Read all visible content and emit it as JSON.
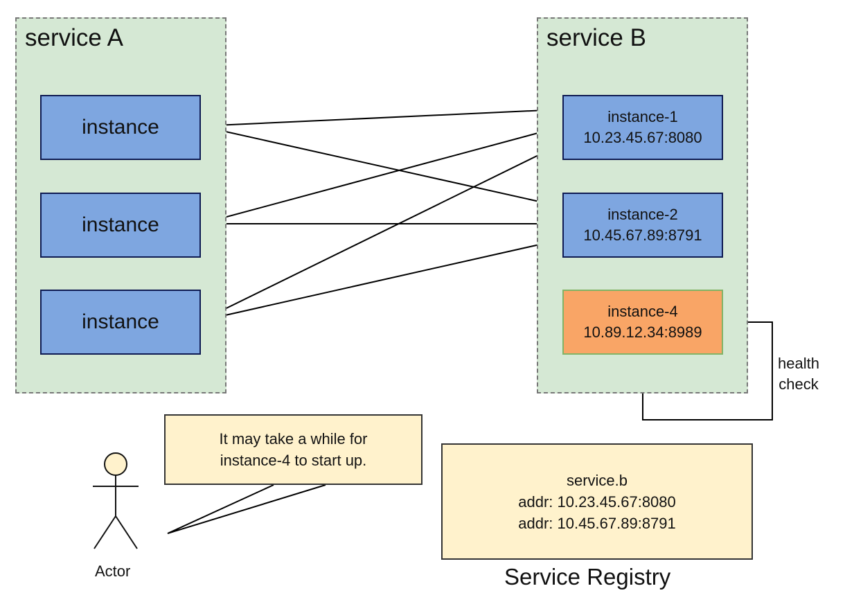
{
  "service_a": {
    "title": "service A",
    "instances": [
      "instance",
      "instance",
      "instance"
    ]
  },
  "service_b": {
    "title": "service B",
    "instance_1": {
      "name": "instance-1",
      "addr": "10.23.45.67:8080"
    },
    "instance_2": {
      "name": "instance-2",
      "addr": "10.45.67.89:8791"
    },
    "instance_4": {
      "name": "instance-4",
      "addr": "10.89.12.34:8989"
    }
  },
  "health_check": {
    "line1": "health",
    "line2": "check"
  },
  "callout": {
    "line1": "It may take a while for",
    "line2": "instance-4 to start up."
  },
  "actor": {
    "label": "Actor"
  },
  "registry": {
    "service": "service.b",
    "entries": [
      "addr: 10.23.45.67:8080",
      "addr: 10.45.67.89:8791"
    ],
    "caption": "Service Registry"
  },
  "colors": {
    "group_fill": "#d5e8d4",
    "instance_blue": "#7ea6e0",
    "instance_pending": "#f9a566",
    "note_fill": "#fff2cc"
  }
}
